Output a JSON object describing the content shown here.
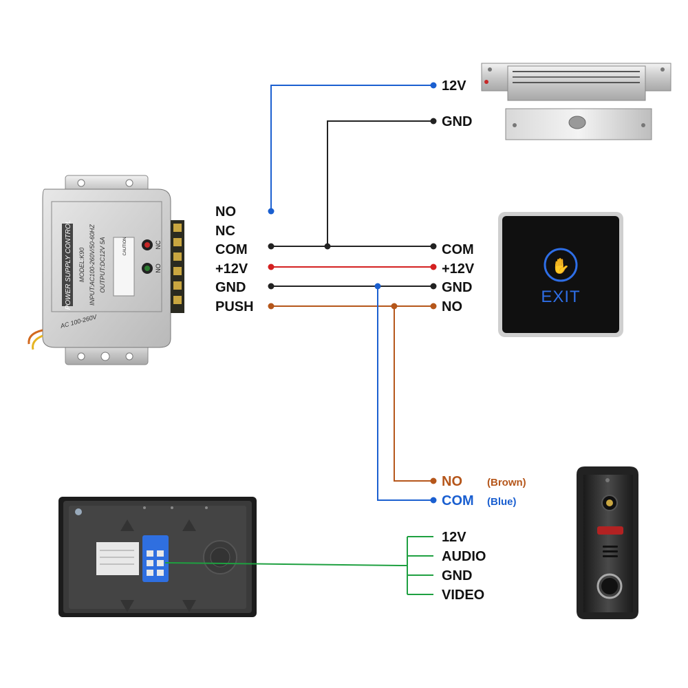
{
  "colors": {
    "blue": "#1a5fd0",
    "black": "#222222",
    "red": "#d42020",
    "brown": "#b5561a",
    "green": "#1ea040"
  },
  "power_supply": {
    "title": "POWER SUPPLY CONTROL",
    "model": "MODEL:K90",
    "input": "INPUT:AC100-260V/50-60HZ",
    "output": "OUTPUT:DC12V  5A",
    "ac": "AC 100-260V",
    "caution": "CAUTION",
    "nc": "NC",
    "no": "NO"
  },
  "supply_terminals": [
    "NO",
    "NC",
    "COM",
    "+12V",
    "GND",
    "PUSH"
  ],
  "lock_terminals": [
    "12V",
    "GND"
  ],
  "exit_button": {
    "terminals": [
      "COM",
      "+12V",
      "GND",
      "NO"
    ],
    "text": "EXIT",
    "icon": "hand-icon"
  },
  "doorbell_terminals": [
    {
      "label": "NO",
      "note": "(Brown)"
    },
    {
      "label": "COM",
      "note": "(Blue)"
    }
  ],
  "monitor_terminals": [
    "12V",
    "AUDIO",
    "GND",
    "VIDEO"
  ]
}
